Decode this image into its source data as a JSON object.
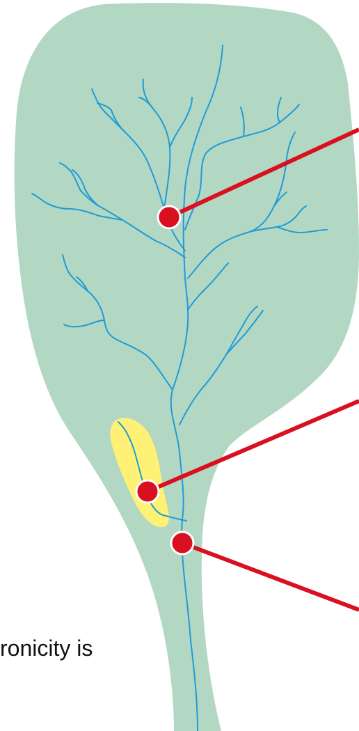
{
  "diagram": {
    "caption_fragment": "ronicity is",
    "colors": {
      "basin_fill": "#b2d8c3",
      "streams": "#1f9bd7",
      "highlight_zone": "#fff176",
      "callout_line": "#d9101f",
      "callout_dot": "#d9101f",
      "callout_dot_outline": "#ffffff"
    },
    "callouts": [
      {
        "id": "upper-network"
      },
      {
        "id": "highlighted-tributary"
      },
      {
        "id": "main-channel-outlet"
      }
    ]
  }
}
